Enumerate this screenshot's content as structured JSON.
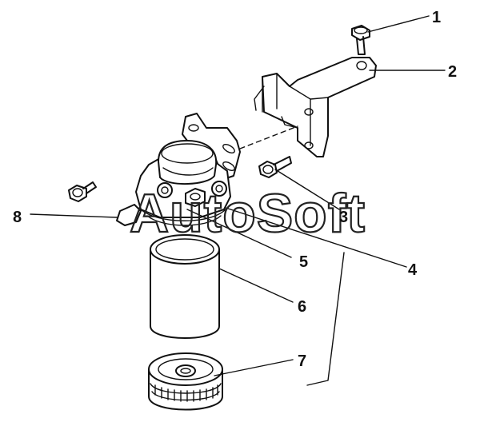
{
  "diagram": {
    "callouts": [
      {
        "id": "1",
        "label": "1"
      },
      {
        "id": "2",
        "label": "2"
      },
      {
        "id": "3",
        "label": "3"
      },
      {
        "id": "4",
        "label": "4"
      },
      {
        "id": "5",
        "label": "5"
      },
      {
        "id": "6",
        "label": "6"
      },
      {
        "id": "7",
        "label": "7"
      },
      {
        "id": "8",
        "label": "8"
      }
    ],
    "watermark": "AutoSoft"
  }
}
